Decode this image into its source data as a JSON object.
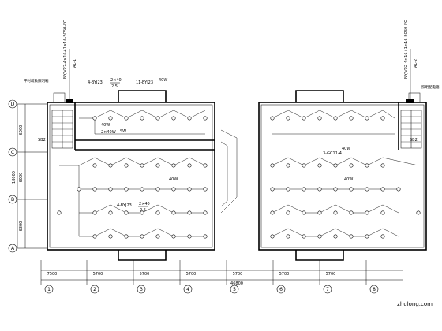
{
  "axes": {
    "horizontal": [
      "1",
      "2",
      "3",
      "4",
      "5",
      "6",
      "7",
      "8"
    ],
    "vertical": [
      "D",
      "C",
      "B",
      "A"
    ]
  },
  "dimensions": {
    "bays": [
      "7500",
      "5700",
      "5700",
      "5700",
      "5700",
      "5700",
      "5700"
    ],
    "overall": "46800",
    "rows": [
      "6000",
      "6000",
      "6300"
    ],
    "rows_total": "18000"
  },
  "annotations": {
    "feeder_left": "NYJV22-4×16+1×16-SC50-FC",
    "feeder_right": "NYJV22-4×16+1×16-SC50-FC",
    "panel_left": "AL-1",
    "panel_right": "AL-2",
    "circuit_top": "4-BYJ23",
    "circuit_mid": "11-BYJ23",
    "circuit_low": "4-BYJ23",
    "circuit_right": "3-GC11-4",
    "lamp_label": "40W",
    "lamp_frac_top": "2×40",
    "lamp_frac_bottom": "2.5",
    "lamp_small": "2×40W",
    "wire_note": "SW",
    "mark_left": "SB2",
    "mark_right": "SB2",
    "note_top_left": "平时疏散照明箱",
    "note_top_right": "照明配电箱"
  },
  "watermark": "zhulong.com"
}
